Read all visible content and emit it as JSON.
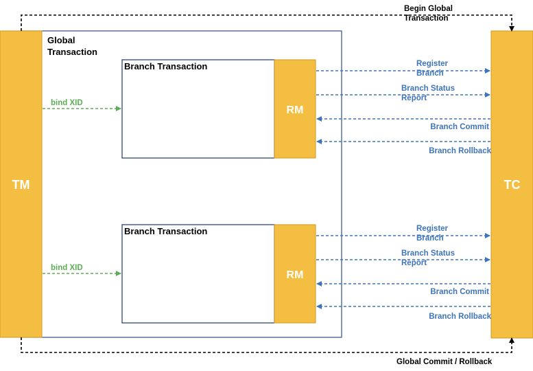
{
  "colors": {
    "box_fill": "#F4BE43",
    "box_stroke": "#D19A1C",
    "frame_stroke": "#2C4E86",
    "branch_stroke": "#1F3A64",
    "blue_arrow": "#3E74BC",
    "green_arrow": "#5BAE52",
    "black_line": "#000000",
    "white_text": "#FFFFFF",
    "blue_text": "#3E74BC",
    "green_text": "#5BAE52",
    "black_text": "#000000"
  },
  "tm": {
    "label": "TM"
  },
  "tc": {
    "label": "TC"
  },
  "global_transaction": {
    "line1": "Global",
    "line2": "Transaction"
  },
  "top_connector": {
    "line1": "Begin Global",
    "line2": "Transaction"
  },
  "bottom_connector": {
    "label": "Global Commit / Rollback"
  },
  "branches": [
    {
      "title": "Branch Transaction",
      "rm_label": "RM",
      "bind_label": "bind XID",
      "register_line1": "Register",
      "register_line2": "Branch",
      "status_line1": "Branch Status",
      "status_line2": "Report",
      "commit_label": "Branch Commit",
      "rollback_label": "Branch Rollback"
    },
    {
      "title": "Branch Transaction",
      "rm_label": "RM",
      "bind_label": "bind XID",
      "register_line1": "Register",
      "register_line2": "Branch",
      "status_line1": "Branch Status",
      "status_line2": "Report",
      "commit_label": "Branch Commit",
      "rollback_label": "Branch Rollback"
    }
  ]
}
